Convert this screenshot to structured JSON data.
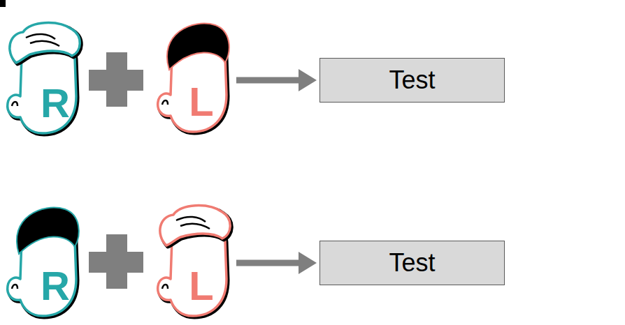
{
  "diagram": {
    "nodes": [
      {
        "text": [
          "R"
        ]
      },
      {
        "text": [
          "L"
        ]
      },
      {
        "text": [
          "Test"
        ]
      },
      {
        "text": [
          "R"
        ]
      },
      {
        "text": [
          "L"
        ]
      },
      {
        "text": [
          "Test"
        ]
      }
    ],
    "edges": [
      {
        "from": 1,
        "to": 2,
        "arrow": "to"
      },
      {
        "from": 4,
        "to": 5,
        "arrow": "to"
      }
    ]
  }
}
